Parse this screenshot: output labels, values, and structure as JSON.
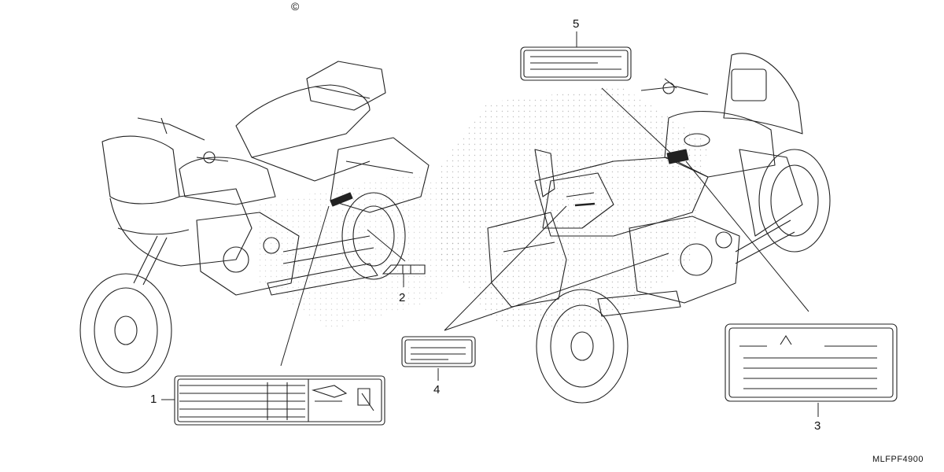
{
  "callouts": [
    "1",
    "2",
    "3",
    "4",
    "5"
  ],
  "diagram_code": "MLFPF4900",
  "copyright_symbol": "©",
  "line_color": "#222222",
  "dot_color": "#8a8a8a"
}
